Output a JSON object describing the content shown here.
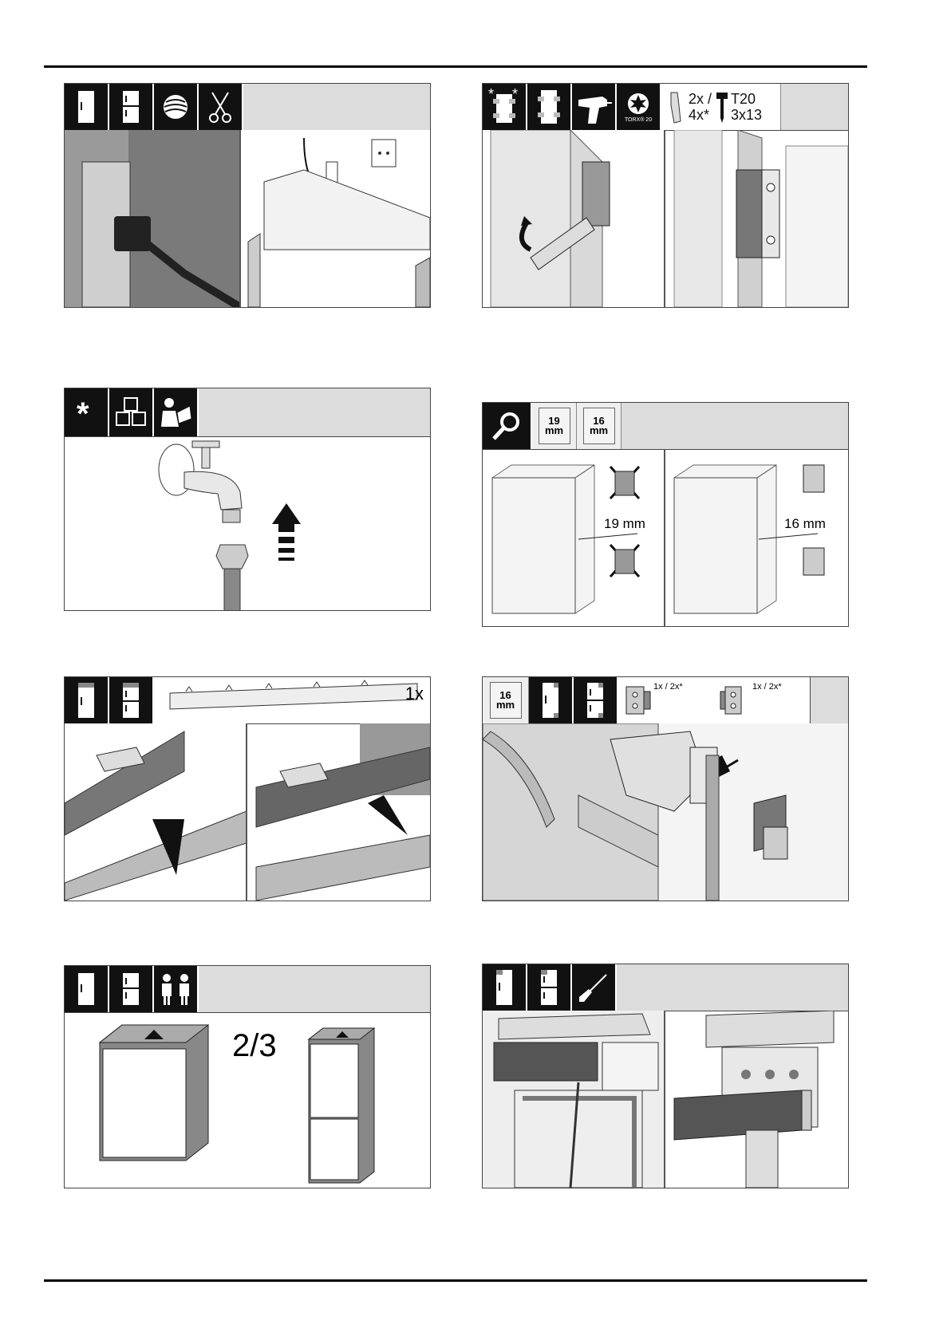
{
  "panel_b": {
    "hardware": {
      "line1_a": "2x /",
      "line1_b": "T20",
      "line2_a": "4x*",
      "line2_b": "3x13"
    },
    "torx_caption": "TORX® 20"
  },
  "panel_d": {
    "icon_19": {
      "num": "19",
      "unit": "mm"
    },
    "icon_16": {
      "num": "16",
      "unit": "mm"
    },
    "dim_left": "19 mm",
    "dim_right": "16 mm"
  },
  "panel_e": {
    "quantity": "1x"
  },
  "panel_f": {
    "icon_16": {
      "num": "16",
      "unit": "mm"
    },
    "part1_qty": "1x / 2x*",
    "part2_qty": "1x / 2x*"
  },
  "panel_g": {
    "ratio": "2/3"
  }
}
